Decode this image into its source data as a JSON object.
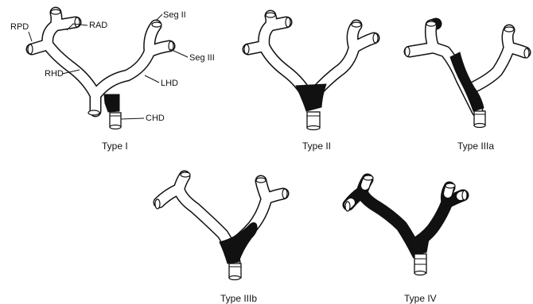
{
  "labels": {
    "rpd": "RPD",
    "rad": "RAD",
    "seg2": "Seg II",
    "seg3": "Seg III",
    "rhd": "RHD",
    "lhd": "LHD",
    "chd": "CHD"
  },
  "captions": {
    "type1": "Type I",
    "type2": "Type II",
    "type3a": "Type IIIa",
    "type3b": "Type IIIb",
    "type4": "Type IV"
  },
  "colors": {
    "duct_fill": "#ffffff",
    "outline": "#111111",
    "lesion": "#111111"
  }
}
